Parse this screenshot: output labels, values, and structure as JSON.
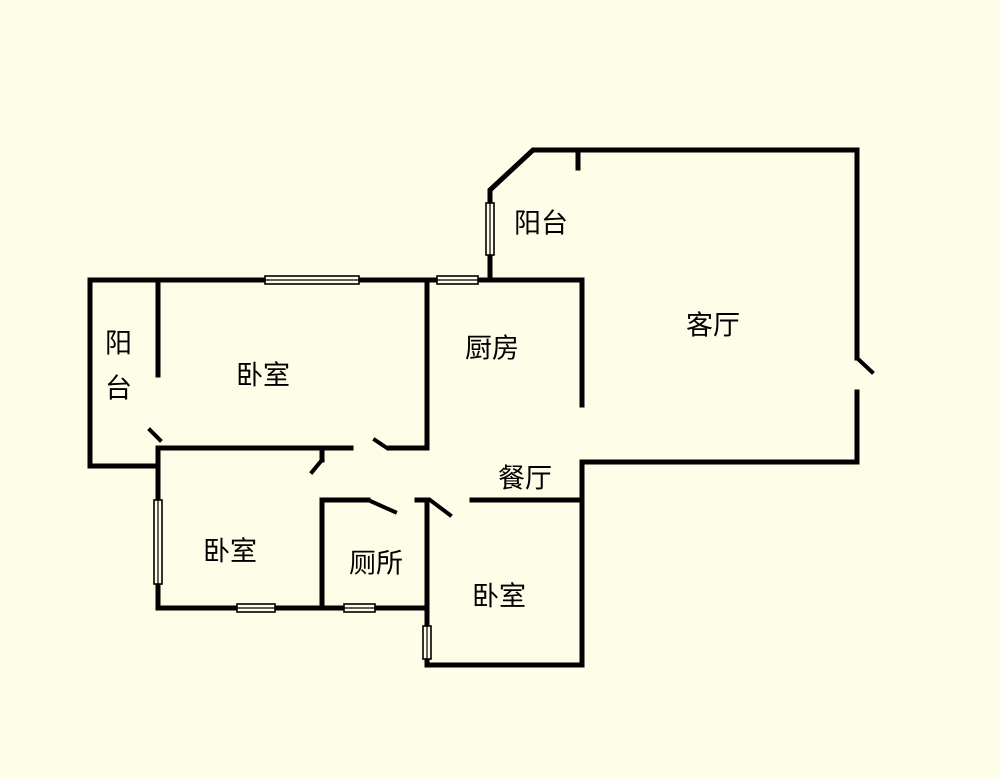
{
  "rooms": {
    "balcony_top": "阳台",
    "living_room": "客厅",
    "kitchen": "厨房",
    "balcony_left_line1": "阳",
    "balcony_left_line2": "台",
    "bedroom_top": "卧室",
    "dining_room": "餐厅",
    "bedroom_left": "卧室",
    "toilet": "厕所",
    "bedroom_bottom": "卧室"
  }
}
